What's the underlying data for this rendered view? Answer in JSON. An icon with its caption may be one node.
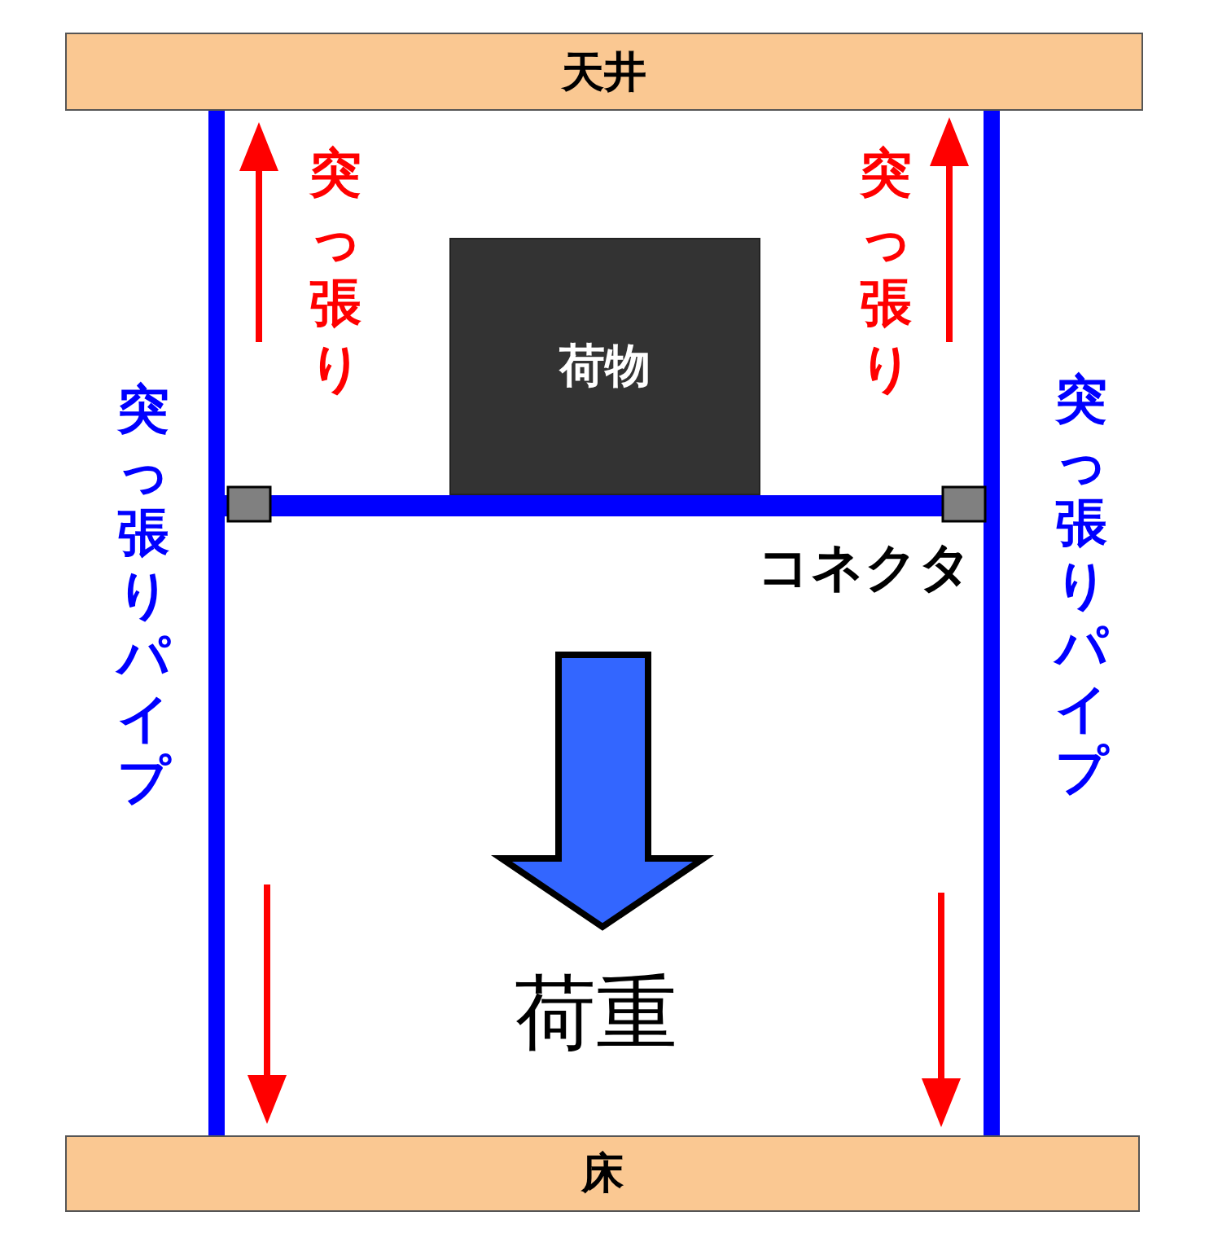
{
  "diagram": {
    "nodes": [
      {
        "text": [
          "天井"
        ]
      },
      {
        "text": [
          "床"
        ]
      },
      {
        "text": [
          "荷物"
        ]
      }
    ],
    "labels": [
      "突っ張り",
      "突っ張り",
      "突っ張りパイプ",
      "突っ張りパイプ",
      "コネクタ",
      "荷重"
    ]
  }
}
